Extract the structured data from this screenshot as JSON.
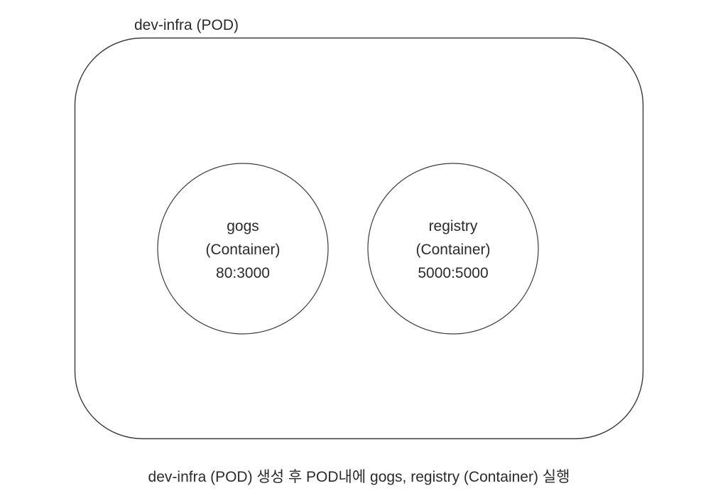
{
  "diagram": {
    "type": "container-architecture",
    "pod": {
      "label": "dev-infra (POD)",
      "shape": "rounded-rectangle",
      "stroke_color": "#3a3a3a",
      "fill_color": "#ffffff"
    },
    "containers": [
      {
        "name": "gogs",
        "kind": "(Container)",
        "ports": "80:3000",
        "shape": "circle",
        "stroke_color": "#3a3a3a",
        "fill_color": "#ffffff"
      },
      {
        "name": "registry",
        "kind": "(Container)",
        "ports": "5000:5000",
        "shape": "circle",
        "stroke_color": "#3a3a3a",
        "fill_color": "#ffffff"
      }
    ],
    "caption": "dev-infra (POD) 생성 후 POD내에 gogs, registry (Container) 실행",
    "background_color": "#ffffff",
    "text_color": "#2b2b2b"
  }
}
